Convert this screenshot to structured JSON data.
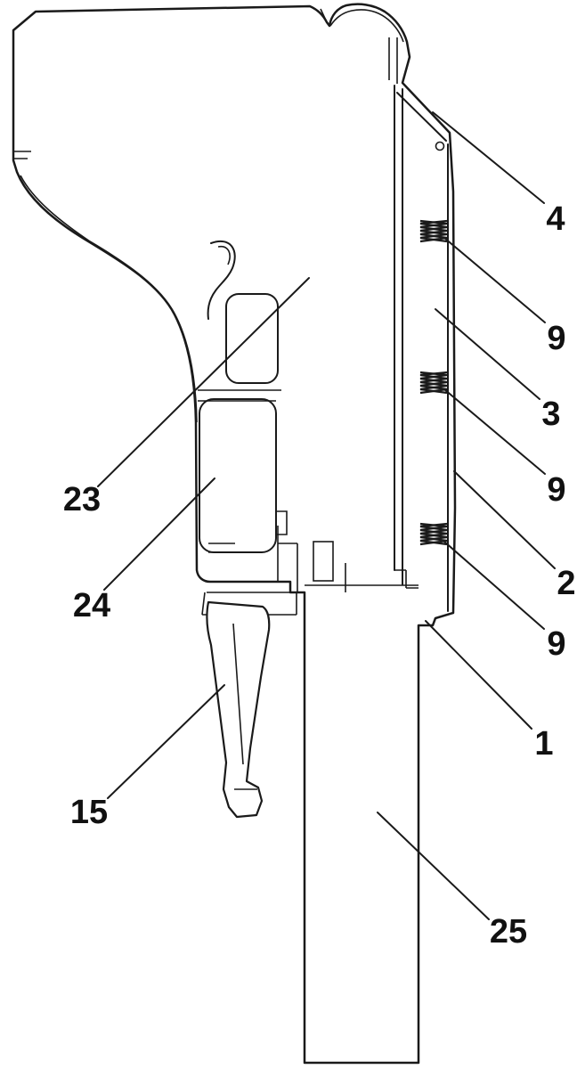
{
  "figure": {
    "background_color": "#ffffff",
    "stroke_color": "#1a1a1a",
    "label_color": "#111111",
    "labels": [
      {
        "ref": "4"
      },
      {
        "ref": "9"
      },
      {
        "ref": "3"
      },
      {
        "ref": "9"
      },
      {
        "ref": "2"
      },
      {
        "ref": "9"
      },
      {
        "ref": "1"
      },
      {
        "ref": "23"
      },
      {
        "ref": "24"
      },
      {
        "ref": "15"
      },
      {
        "ref": "25"
      }
    ]
  }
}
